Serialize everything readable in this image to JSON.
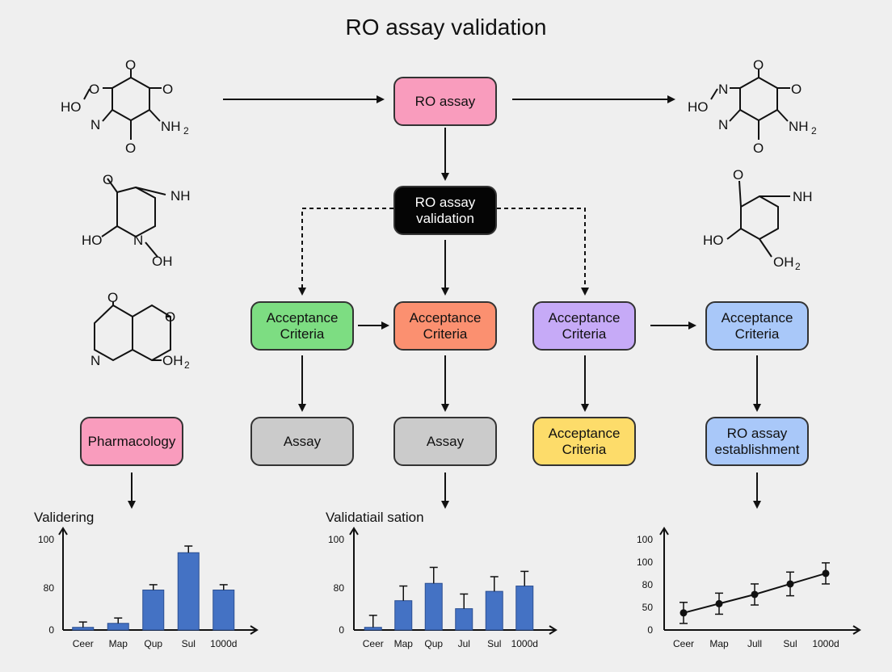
{
  "title": "RO assay validation",
  "colors": {
    "pink": "#f99cbd",
    "black": "#050505",
    "green": "#7ddd82",
    "orange": "#fb9070",
    "purple": "#c6aaf7",
    "blue": "#a9c8f9",
    "gray": "#cbcbcb",
    "yellow": "#fddc6a",
    "bar": "#4472c4"
  },
  "boxes": {
    "ro_assay": "RO assay",
    "validation_line1": "RO assay",
    "validation_line2": "validation",
    "criteria_green_1": "Acceptance",
    "criteria_green_2": "Criteria",
    "criteria_orange_1": "Acceptance",
    "criteria_orange_2": "Criteria",
    "criteria_purple_1": "Acceptance",
    "criteria_purple_2": "Criteria",
    "criteria_blue_1": "Acceptance",
    "criteria_blue_2": "Criteria",
    "pharmacology": "Pharmacology",
    "assay_1": "Assay",
    "assay_2": "Assay",
    "criteria_yellow_1": "Acceptance",
    "criteria_yellow_2": "Criteria",
    "establishment_1": "RO assay",
    "establishment_2": "establishment"
  },
  "molecules": {
    "m1": {
      "O_top": "O",
      "O_ring": "O",
      "O_right": "O",
      "HO": "HO",
      "N": "N",
      "NH": "NH",
      "NH_sub": "2",
      "O_bottom": "O"
    },
    "m2": {
      "O": "O",
      "NH": "NH",
      "HO": "HO",
      "N": "N",
      "OH": "OH"
    },
    "m3": {
      "O_top": "O",
      "O_right": "O",
      "N": "N",
      "OH": "OH",
      "OH_sub": "2"
    },
    "m4": {
      "N_top": "N",
      "O_top": "O",
      "O_right": "O",
      "HO": "HO",
      "N_bottom": "N",
      "NH": "NH",
      "NH_sub": "2",
      "O_bottom": "O"
    },
    "m5": {
      "O": "O",
      "NH": "NH",
      "HO": "HO",
      "OH": "OH",
      "OH_sub": "2"
    }
  },
  "chart_data": [
    {
      "type": "bar",
      "title": "Validering",
      "categories": [
        "Ceer",
        "Map",
        "Qup",
        "Sul",
        "1000d"
      ],
      "values": [
        2,
        5,
        30,
        58,
        30
      ],
      "errors": [
        4,
        4,
        4,
        5,
        4
      ],
      "ytick_labels": [
        "100",
        "80",
        "0"
      ],
      "grid": false
    },
    {
      "type": "bar",
      "title": "Validatiail sation",
      "categories": [
        "Ceer",
        "Map",
        "Qup",
        "Jul",
        "Sul",
        "1000d"
      ],
      "values": [
        2,
        22,
        35,
        16,
        29,
        33
      ],
      "errors": [
        9,
        11,
        12,
        11,
        11,
        11
      ],
      "ytick_labels": [
        "100",
        "80",
        "0"
      ],
      "grid": false
    },
    {
      "type": "line",
      "title": "",
      "categories": [
        "Ceer",
        "Map",
        "Jull",
        "Sul",
        "1000d"
      ],
      "values": [
        13,
        20,
        27,
        35,
        43
      ],
      "errors": [
        8,
        8,
        8,
        9,
        8
      ],
      "ytick_labels": [
        "100",
        "100",
        "80",
        "50",
        "0"
      ],
      "grid": false
    }
  ]
}
